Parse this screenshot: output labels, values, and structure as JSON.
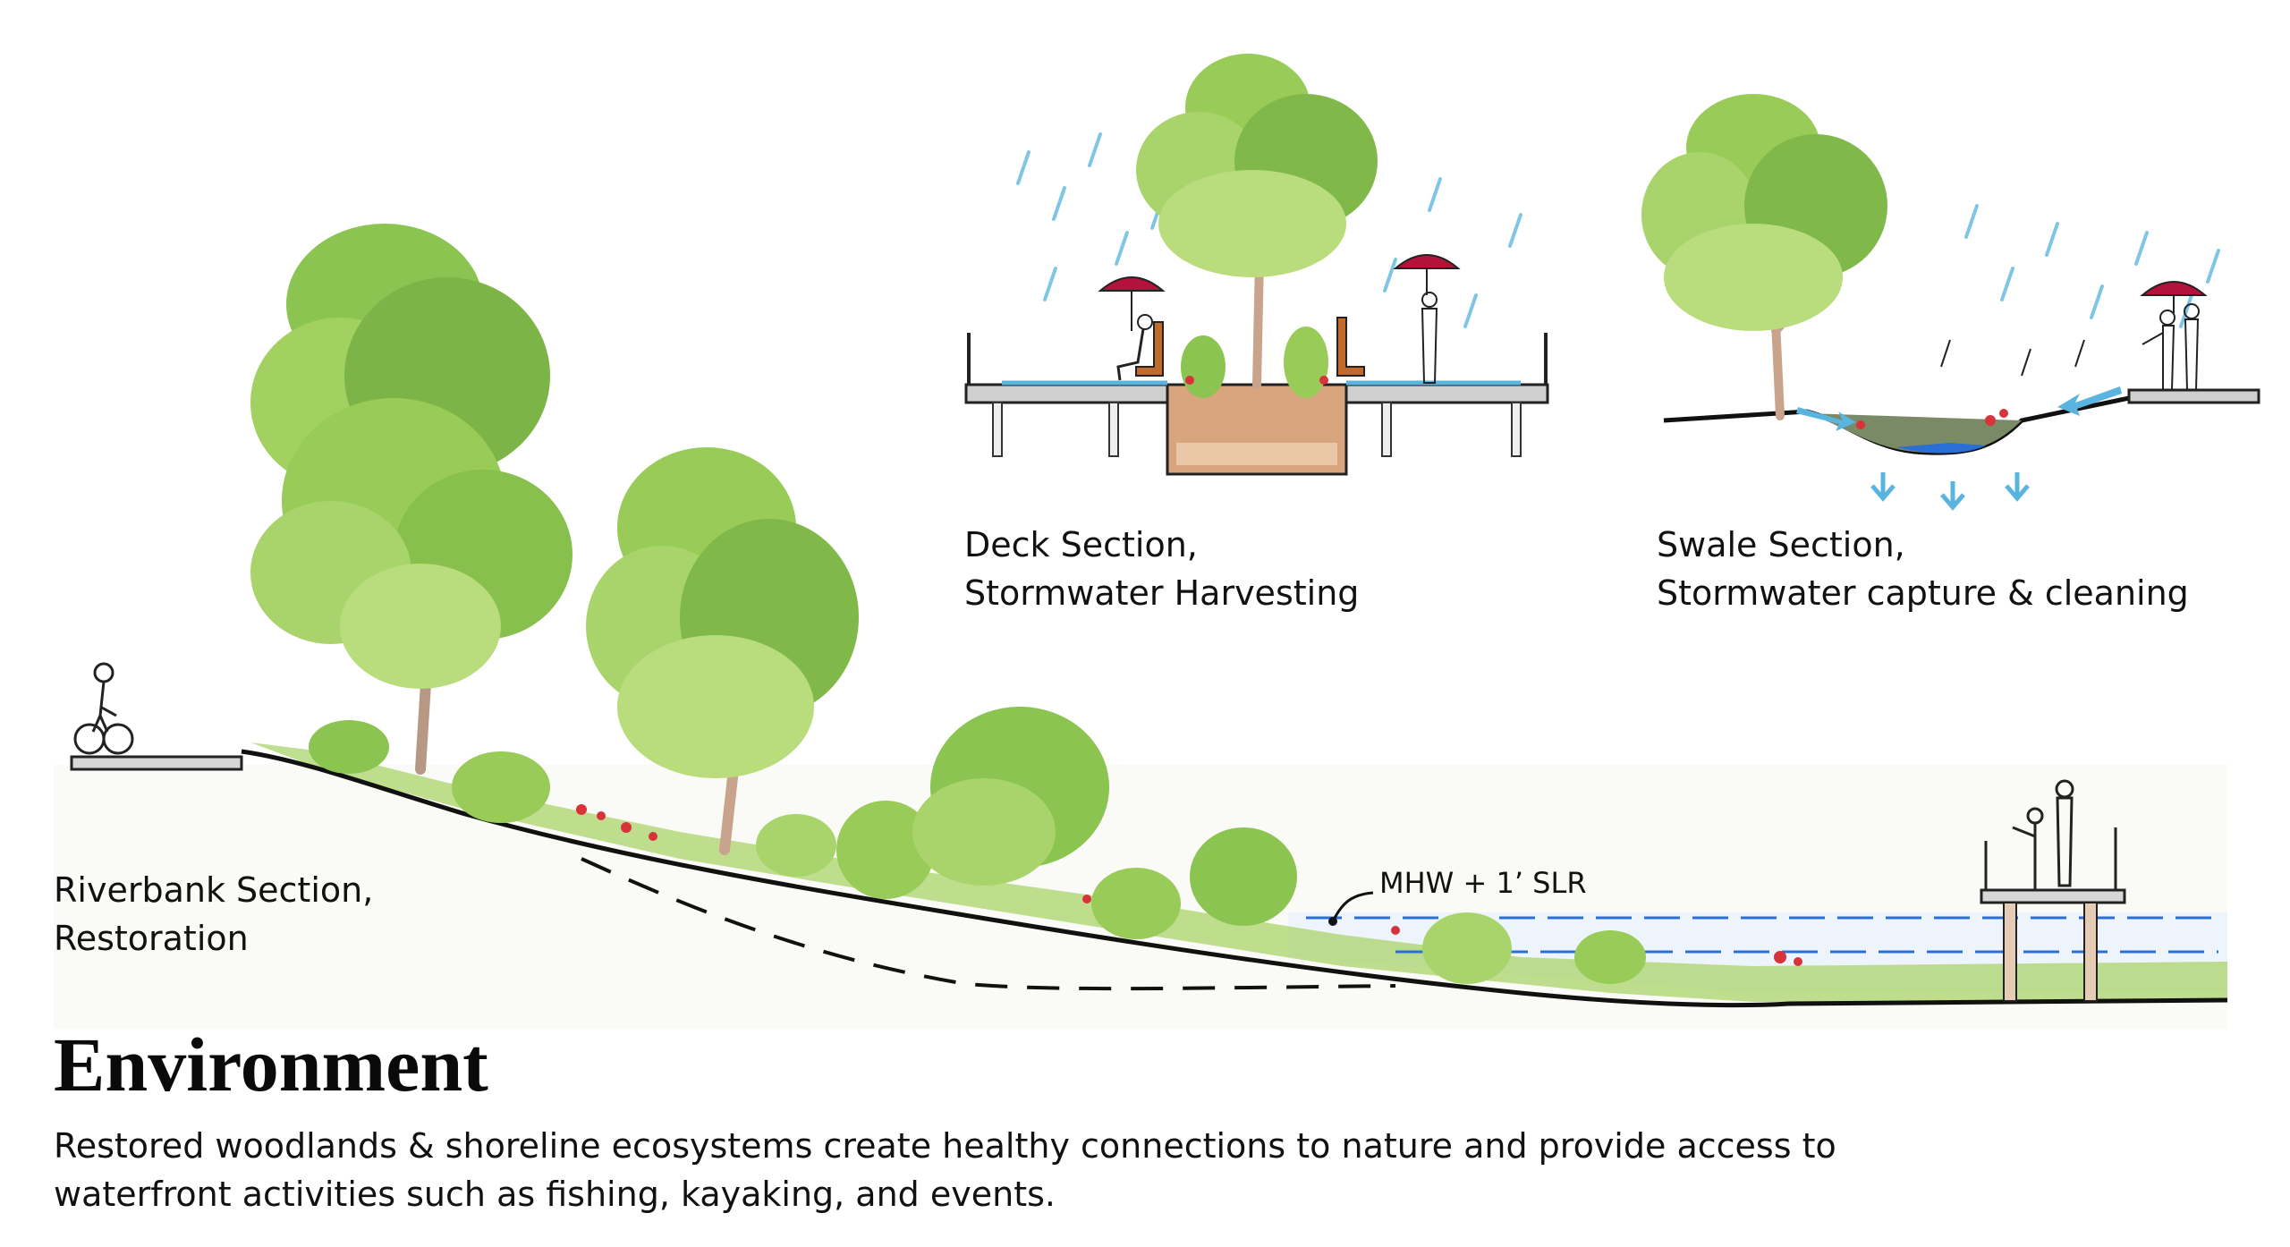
{
  "panels": {
    "riverbank": {
      "line1": "Riverbank  Section,",
      "line2": "Restoration"
    },
    "deck": {
      "line1": "Deck Section,",
      "line2": "Stormwater Harvesting"
    },
    "swale": {
      "line1": "Swale Section,",
      "line2": "Stormwater capture & cleaning"
    }
  },
  "annotation": {
    "water_level": "MHW + 1’ SLR"
  },
  "heading": "Environment",
  "description": {
    "line1": "Restored woodlands & shoreline ecosystems create healthy connections to nature and provide access to",
    "line2": "waterfront activities such as fishing, kayaking,  and events."
  },
  "colors": {
    "foliage_light": "#b9dc7c",
    "foliage_mid": "#8cc452",
    "foliage_dark": "#5f9a2e",
    "trunk": "#c8a48c",
    "water": "#2a6fd6",
    "rain": "#7fc6e6",
    "flower": "#d8323a",
    "umbrella": "#b3123a",
    "soil": "#d8a57e",
    "deck": "#cfcfcf",
    "arrow": "#5ab4e0"
  }
}
